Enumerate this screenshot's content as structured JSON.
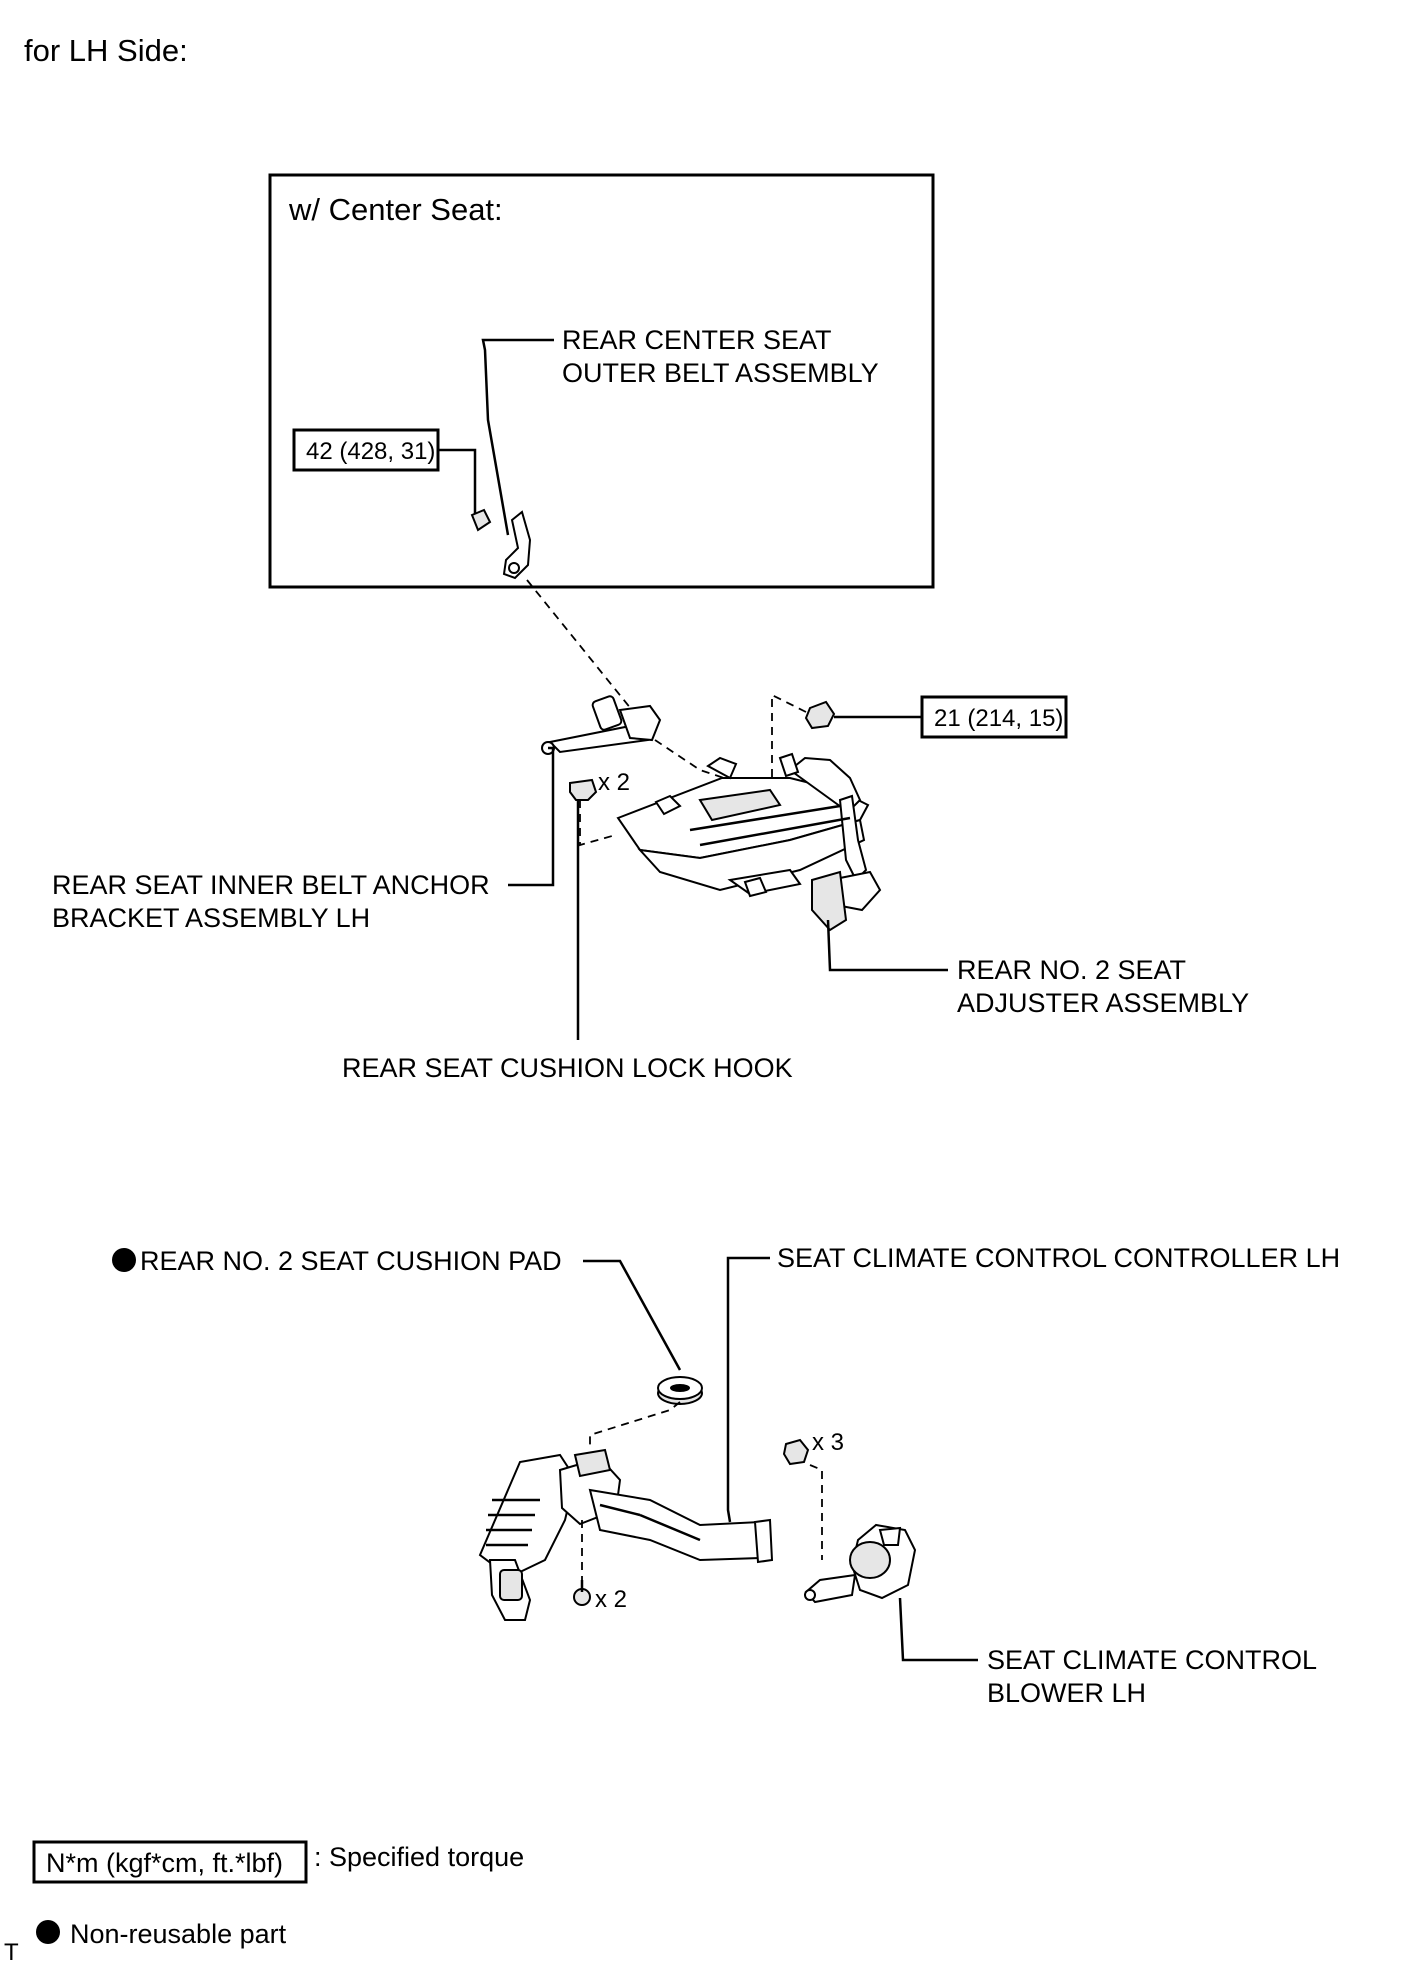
{
  "heading": "for LH Side:",
  "inset": {
    "title": "w/ Center Seat:",
    "belt_label_line1": "REAR CENTER SEAT",
    "belt_label_line2": "OUTER BELT ASSEMBLY",
    "torque": "42 (428, 31)"
  },
  "upper": {
    "torque_nut": "21 (214, 15)",
    "hook_qty": "x 2",
    "anchor_label_line1": "REAR SEAT INNER BELT ANCHOR",
    "anchor_label_line2": "BRACKET ASSEMBLY LH",
    "adjuster_label_line1": "REAR NO. 2 SEAT",
    "adjuster_label_line2": "ADJUSTER ASSEMBLY",
    "hook_label": "REAR SEAT CUSHION LOCK HOOK"
  },
  "lower": {
    "pad_label": "REAR NO. 2 SEAT CUSHION PAD",
    "controller_label": "SEAT CLIMATE CONTROL CONTROLLER LH",
    "nut_qty": "x 3",
    "screw_qty": "x 2",
    "blower_label_line1": "SEAT CLIMATE CONTROL",
    "blower_label_line2": "BLOWER LH"
  },
  "legend": {
    "torque_unit": "N*m (kgf*cm, ft.*lbf)",
    "torque_desc": ": Specified torque",
    "nonreusable_desc": "Non-reusable part"
  },
  "corner_mark": "T",
  "icons": {
    "nonreusable": "filled-circle-icon"
  }
}
